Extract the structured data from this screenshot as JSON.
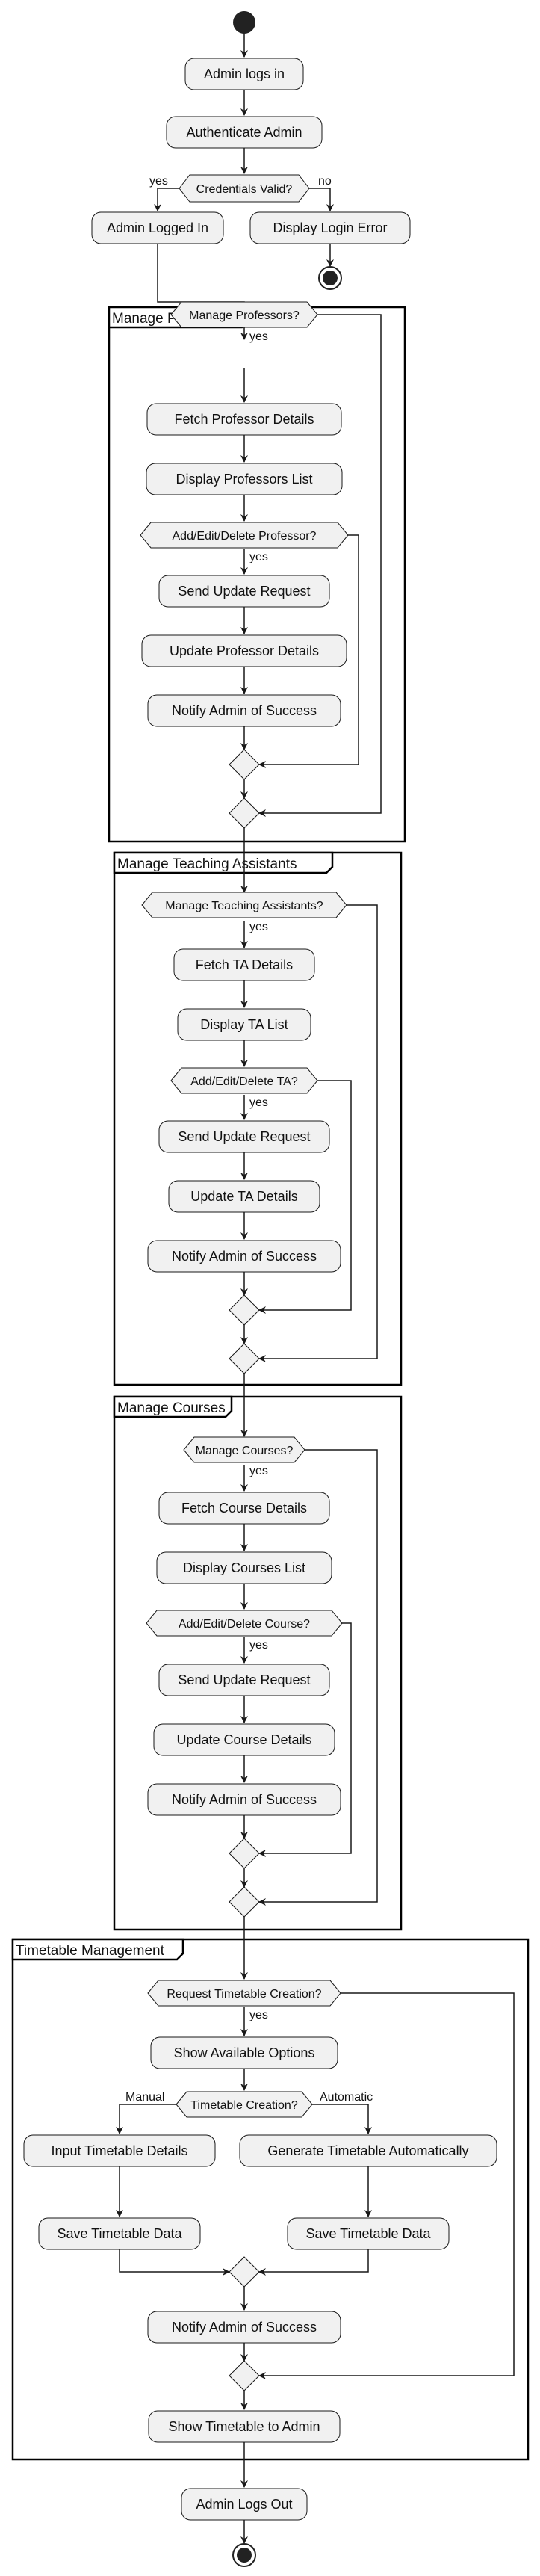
{
  "start": {},
  "admin_login": {
    "login": "Admin logs in",
    "authenticate": "Authenticate Admin",
    "credentials_valid": "Credentials Valid?",
    "yes": "yes",
    "no": "no",
    "logged_in": "Admin Logged In",
    "login_error": "Display Login Error"
  },
  "professors": {
    "partition": "Manage Professors",
    "decision": "Manage Professors?",
    "yes": "yes",
    "fetch": "Fetch Professor Details",
    "display": "Display Professors List",
    "edit_decision": "Add/Edit/Delete Professor?",
    "edit_yes": "yes",
    "send_update": "Send Update Request",
    "update": "Update Professor Details",
    "notify": "Notify Admin of Success"
  },
  "teaching_assistants": {
    "partition": "Manage Teaching Assistants",
    "decision": "Manage Teaching Assistants?",
    "yes": "yes",
    "fetch": "Fetch TA Details",
    "display": "Display TA List",
    "edit_decision": "Add/Edit/Delete TA?",
    "edit_yes": "yes",
    "send_update": "Send Update Request",
    "update": "Update TA Details",
    "notify": "Notify Admin of Success"
  },
  "courses": {
    "partition": "Manage Courses",
    "decision": "Manage Courses?",
    "yes": "yes",
    "fetch": "Fetch Course Details",
    "display": "Display Courses List",
    "edit_decision": "Add/Edit/Delete Course?",
    "edit_yes": "yes",
    "send_update": "Send Update Request",
    "update": "Update Course Details",
    "notify": "Notify Admin of Success"
  },
  "timetable": {
    "partition": "Timetable Management",
    "decision": "Request Timetable Creation?",
    "yes": "yes",
    "show_options": "Show Available Options",
    "creation_decision": "Timetable Creation?",
    "manual": "Manual",
    "automatic": "Automatic",
    "input_details": "Input Timetable Details",
    "generate": "Generate Timetable Automatically",
    "save_manual": "Save Timetable Data",
    "save_auto": "Save Timetable Data",
    "notify": "Notify Admin of Success",
    "show": "Show Timetable to Admin"
  },
  "logout": "Admin Logs Out"
}
